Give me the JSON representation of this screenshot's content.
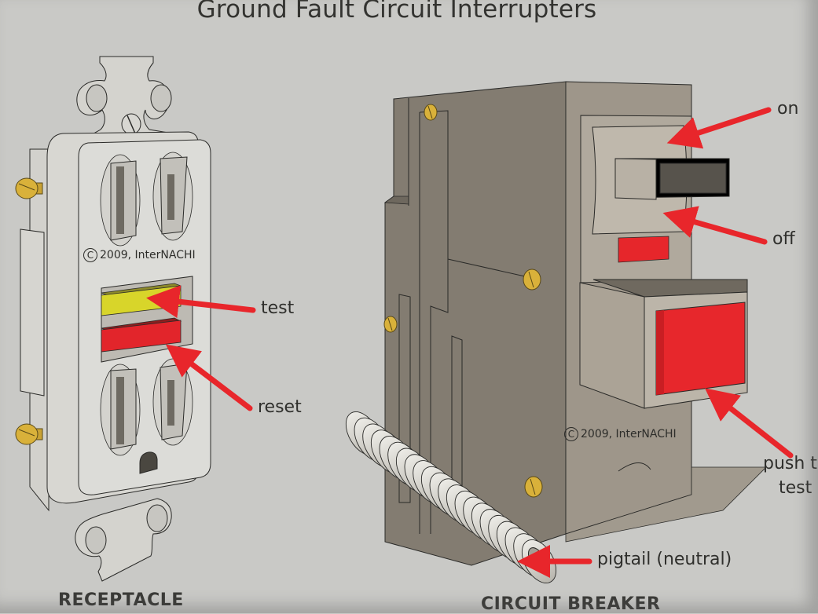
{
  "title": "Ground Fault Circuit Interrupters",
  "receptacle": {
    "caption": "RECEPTACLE",
    "copyright": "2009, InterNACHI",
    "labels": {
      "test": "test",
      "reset": "reset"
    }
  },
  "breaker": {
    "caption": "CIRCUIT BREAKER",
    "copyright": "2009, InterNACHI",
    "labels": {
      "on": "on",
      "off": "off",
      "push_to_test_line1": "push t",
      "push_to_test_line2": "test",
      "pigtail": "pigtail (neutral)"
    }
  },
  "colors": {
    "background": "#c9c9c6",
    "arrow": "#e8262b",
    "test_button": "#d8d52a",
    "reset_button": "#e2252b",
    "breaker_body": "#837c71",
    "breaker_face": "#a49c90",
    "plate": "#dcdcd8",
    "brass_screw": "#d9b13a"
  }
}
